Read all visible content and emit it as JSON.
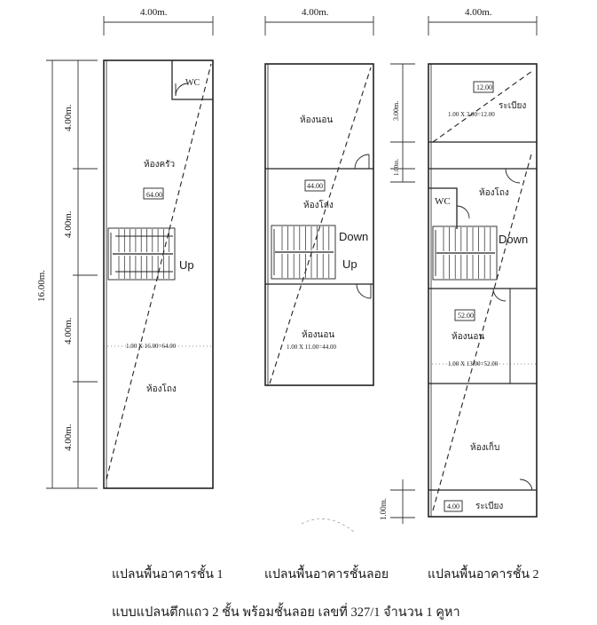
{
  "dimensions": {
    "width_label": "4.00m.",
    "total_length": "16.00m.",
    "segment": "4.00m.",
    "mezz_top": "3.00m.",
    "mezz_gap": "1.00m.",
    "rear_gap": "1.00m."
  },
  "plan1": {
    "wc": "WC",
    "kitchen": "ห้องครัว",
    "area_tag": "64.00",
    "stair": "Up",
    "area_note": "1.00 X 16.00=64.00",
    "living": "ห้องโถง"
  },
  "plan_mezz": {
    "bedroom_top": "ห้องนอน",
    "area_tag": "44.00",
    "hall": "ห้องโถง",
    "stair_down": "Down",
    "stair_up": "Up",
    "bedroom_bottom": "ห้องนอน",
    "area_note": "1.00 X 11.00=44.00"
  },
  "plan2": {
    "area_top_tag": "12.00",
    "balcony_top": "ระเบียง",
    "area_top_note": "1.00 X 3.00=12.00",
    "hall": "ห้องโถง",
    "wc": "WC",
    "stair_down": "Down",
    "area_tag": "52.00",
    "bedroom": "ห้องนอน",
    "area_note": "1.00 X 13.00=52.00",
    "storage": "ห้องเก็บ",
    "area_rear_tag": "4.00",
    "balcony_rear": "ระเบียง"
  },
  "captions": {
    "plan1": "แปลนพื้นอาคารชั้น 1",
    "plan_mezz": "แปลนพื้นอาคารชั้นลอย",
    "plan2": "แปลนพื้นอาคารชั้น 2"
  },
  "title": "แบบแปลนตึกแถว 2 ชั้น พร้อมชั้นลอย เลขที่ 327/1 จำนวน 1 คูหา"
}
